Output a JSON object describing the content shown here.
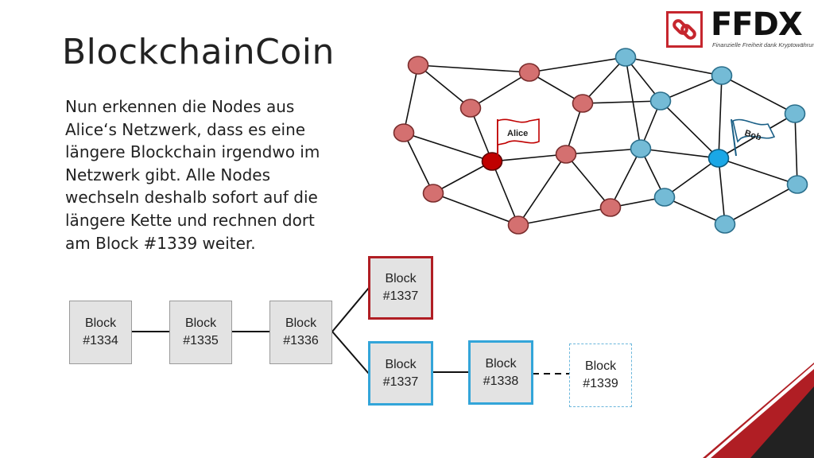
{
  "slide": {
    "title": "BlockchainCoin",
    "body": "Nun erkennen die Nodes aus Alice‘s Netzwerk, dass es eine längere Blockchain irgendwo im Netzwerk gibt. Alle Nodes wechseln deshalb sofort auf die längere Kette und rechnen dort am Block #1339 weiter."
  },
  "logo": {
    "name": "FFDX",
    "tagline": "Finanzielle Freiheit dank Kryptowährung",
    "color": "#c6262e"
  },
  "network": {
    "flags": {
      "alice": "Alice",
      "bob": "Bob"
    },
    "colors": {
      "red_node": "#d47070",
      "alice_node": "#c00000",
      "blue_node": "#74bbd6",
      "bob_node": "#1aa7e6"
    }
  },
  "chain": {
    "blocks": [
      {
        "label": "Block",
        "number": "#1334"
      },
      {
        "label": "Block",
        "number": "#1335"
      },
      {
        "label": "Block",
        "number": "#1336"
      },
      {
        "label": "Block",
        "number": "#1337",
        "style": "orphaned"
      },
      {
        "label": "Block",
        "number": "#1337",
        "style": "longest"
      },
      {
        "label": "Block",
        "number": "#1338",
        "style": "longest"
      },
      {
        "label": "Block",
        "number": "#1339",
        "style": "pending"
      }
    ]
  }
}
